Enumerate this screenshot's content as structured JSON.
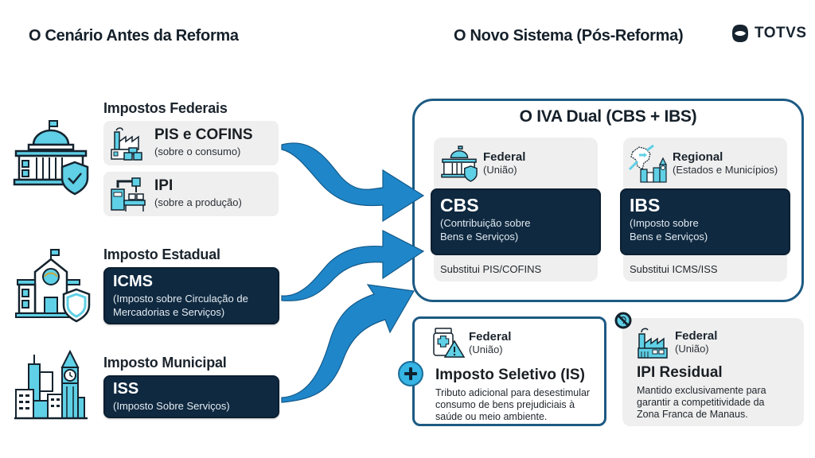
{
  "headers": {
    "left_title": "O Cenário Antes da Reforma",
    "right_title": "O Novo Sistema (Pós-Reforma)"
  },
  "logo": {
    "text": "TOTVS",
    "icon": "totvs-logo-icon"
  },
  "before": {
    "federal": {
      "heading": "Impostos Federais",
      "icon": "capitol-shield-icon",
      "items": [
        {
          "title": "PIS e COFINS",
          "subtitle": "(sobre o consumo)",
          "icon": "factory-boxes-icon"
        },
        {
          "title": "IPI",
          "subtitle": "(sobre a produção)",
          "icon": "production-machine-icon"
        }
      ]
    },
    "state": {
      "heading": "Imposto Estadual",
      "icon": "state-building-shield-icon",
      "title": "ICMS",
      "subtitle_line1": "(Imposto sobre Circulação de",
      "subtitle_line2": "Mercadorias e Serviços)"
    },
    "municipal": {
      "heading": "Imposto Municipal",
      "icon": "city-clocktower-icon",
      "title": "ISS",
      "subtitle": "(Imposto Sobre Serviços)"
    }
  },
  "after": {
    "iva": {
      "title": "O IVA Dual (CBS + IBS)",
      "cbs": {
        "level": "Federal",
        "level_sub": "(União)",
        "icon": "capitol-shield-icon",
        "title": "CBS",
        "desc_line1": "(Contribuição sobre",
        "desc_line2": "Bens e Serviços)",
        "footer": "Substitui PIS/COFINS"
      },
      "ibs": {
        "level": "Regional",
        "level_sub": "(Estados e Municípios)",
        "icon": "brazil-map-city-icon",
        "title": "IBS",
        "desc_line1": "(Imposto sobre",
        "desc_line2": "Bens e Serviços)",
        "footer": "Substitui ICMS/ISS"
      }
    },
    "selective": {
      "level": "Federal",
      "level_sub": "(União)",
      "icon": "medicine-warning-icon",
      "badge_icon": "plus-icon",
      "title": "Imposto Seletivo (IS)",
      "desc_line1": "Tributo adicional para desestimular",
      "desc_line2": "consumo de bens prejudiciais à",
      "desc_line3": "saúde ou meio ambiente."
    },
    "ipi_residual": {
      "level": "Federal",
      "level_sub": "(União)",
      "icon": "factory-icon",
      "badge_icon": "no-sign-icon",
      "title": "IPI Residual",
      "desc_line1": "Mantido exclusivamente para",
      "desc_line2": "garantir a competitividade da",
      "desc_line3": "Zona Franca de Manaus."
    }
  },
  "colors": {
    "dark_navy": "#0f2940",
    "border_blue": "#1c5a83",
    "arrow_blue": "#1f87c9",
    "icon_cyan": "#5fd0e6",
    "light_panel": "#efefef"
  }
}
